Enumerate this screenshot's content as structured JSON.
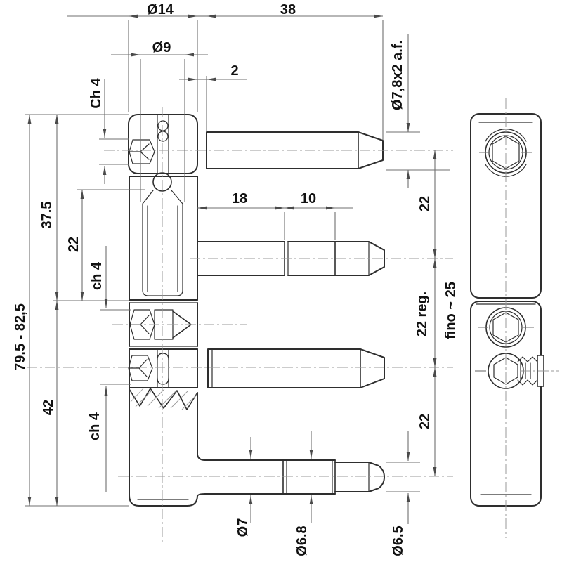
{
  "labels": {
    "dia14": "Ø14",
    "len38": "38",
    "dia9": "Ø9",
    "off2": "2",
    "pin_spec": "Ø7,8x2 a.f.",
    "ch4_top": "Ch 4",
    "h37_5": "37.5",
    "left22": "22",
    "ch4_mid": "ch 4",
    "total_height": "79.5 - 82,5",
    "h42": "42",
    "ch4_bot": "ch 4",
    "len18": "18",
    "len10": "10",
    "right22_top": "22",
    "reg22": "22 reg.",
    "fino25": "fino ~ 25",
    "right22_bot": "22",
    "dia7": "Ø7",
    "dia6_8": "Ø6.8",
    "dia6_5": "Ø6.5"
  },
  "colors": {
    "outline": "#2e2e2e",
    "dimension": "#6f6f6f",
    "centerline": "#9a9a9a",
    "text": "#111111",
    "background": "#ffffff"
  }
}
